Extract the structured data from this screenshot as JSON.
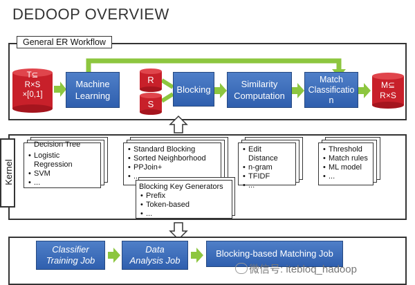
{
  "title": "DEDOOP OVERVIEW",
  "workflow": {
    "label": "General ER Workflow",
    "input_db": "T⊆\nR×S\n×[0,1]",
    "ml_box": "Machine\nLearning",
    "source_r": "R",
    "source_s": "S",
    "blocking": "Blocking",
    "similarity": "Similarity\nComputation",
    "match": "Match\nClassificatio\nn",
    "output_db": "M⊆\nR×S"
  },
  "kernel": {
    "label": "Kernel",
    "ml_list": {
      "heading": "Decision Tree",
      "items": [
        "Logistic Regression",
        "SVM",
        "..."
      ]
    },
    "blocking_list": {
      "items": [
        "Standard Blocking",
        "Sorted Neighborhood",
        "PPJoin+",
        "..."
      ]
    },
    "bkg_list": {
      "heading": "Blocking Key Generators",
      "items": [
        "Prefix",
        "Token-based",
        "..."
      ]
    },
    "sim_list": {
      "items": [
        "Edit Distance",
        "n-gram",
        "TFIDF",
        "..."
      ]
    },
    "match_list": {
      "items": [
        "Threshold",
        "Match rules",
        "ML model",
        "..."
      ]
    }
  },
  "jobs": {
    "classifier": "Classifier\nTraining Job",
    "data_analysis": "Data\nAnalysis Job",
    "blocking_matching": "Blocking-based Matching Job"
  },
  "watermark": "微信号: itebloq_hadoop",
  "colors": {
    "box_blue": "#3a6cbf",
    "db_red": "#c8202a",
    "arrow_green": "#8dc63f"
  }
}
